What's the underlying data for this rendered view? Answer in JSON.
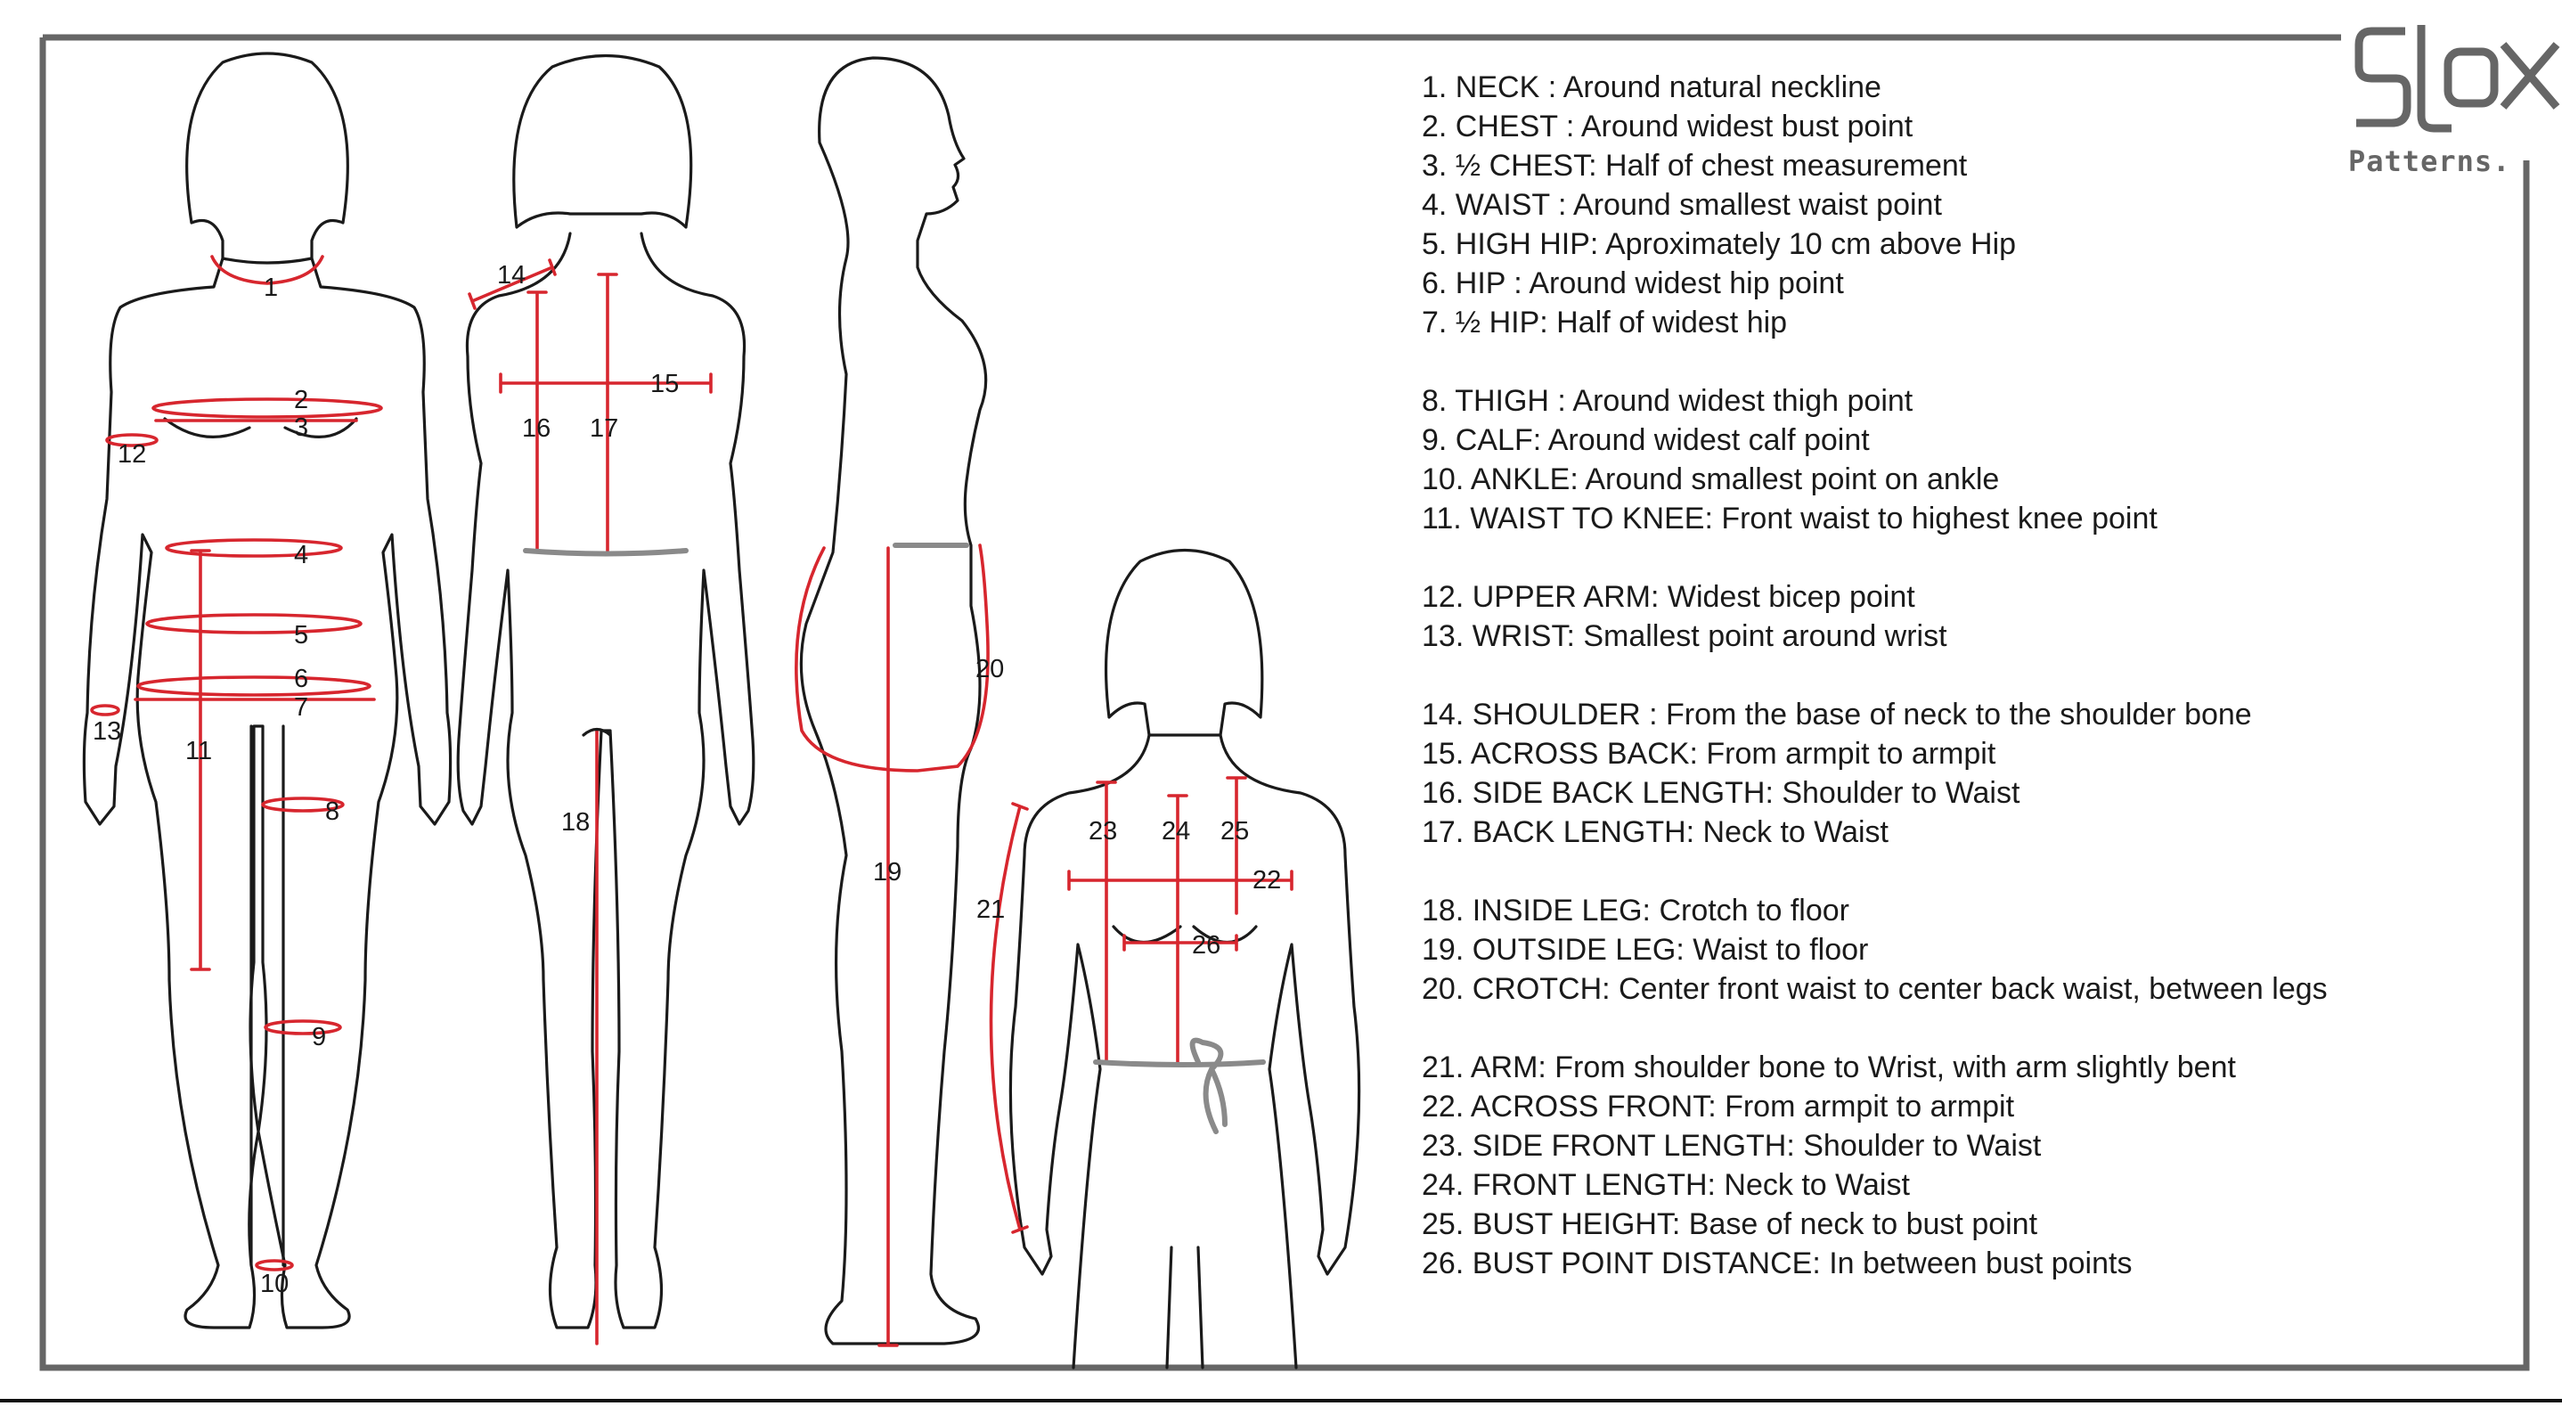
{
  "brand": {
    "logo_text": "Patterns."
  },
  "legend": [
    "1. NECK : Around natural neckline",
    "2. CHEST : Around widest bust point",
    "3. ½ CHEST: Half of chest measurement",
    "4. WAIST : Around smallest waist point",
    "5. HIGH HIP:  Aproximately 10 cm above Hip",
    "6. HIP : Around widest hip point",
    "7. ½ HIP: Half of widest hip",
    "",
    "8. THIGH : Around widest thigh point",
    "9. CALF: Around widest calf point",
    "10. ANKLE: Around smallest point on ankle",
    "11. WAIST TO KNEE: Front waist to highest knee point",
    "",
    "12. UPPER ARM: Widest bicep point",
    "13. WRIST: Smallest point around wrist",
    "",
    "14. SHOULDER : From the base of neck to the shoulder bone",
    "15. ACROSS BACK: From armpit to armpit",
    "16. SIDE BACK LENGTH: Shoulder to Waist",
    "17. BACK LENGTH: Neck to Waist",
    "",
    "18. INSIDE LEG: Crotch to floor",
    "19. OUTSIDE LEG: Waist to floor",
    "20. CROTCH: Center front waist to center back waist, between legs",
    "",
    "21. ARM: From shoulder bone to Wrist, with arm slightly bent",
    "22. ACROSS FRONT: From armpit to armpit",
    "23. SIDE FRONT LENGTH: Shoulder to Waist",
    "24. FRONT LENGTH: Neck to Waist",
    "25. BUST HEIGHT:  Base of neck to bust point",
    "26. BUST POINT DISTANCE: In between bust points"
  ],
  "markers": {
    "m1": "1",
    "m2": "2",
    "m3": "3",
    "m4": "4",
    "m5": "5",
    "m6": "6",
    "m7": "7",
    "m8": "8",
    "m9": "9",
    "m10": "10",
    "m11": "11",
    "m12": "12",
    "m13": "13",
    "m14": "14",
    "m15": "15",
    "m16": "16",
    "m17": "17",
    "m18": "18",
    "m19": "19",
    "m20": "20",
    "m21": "21",
    "m22": "22",
    "m23": "23",
    "m24": "24",
    "m25": "25",
    "m26": "26"
  }
}
